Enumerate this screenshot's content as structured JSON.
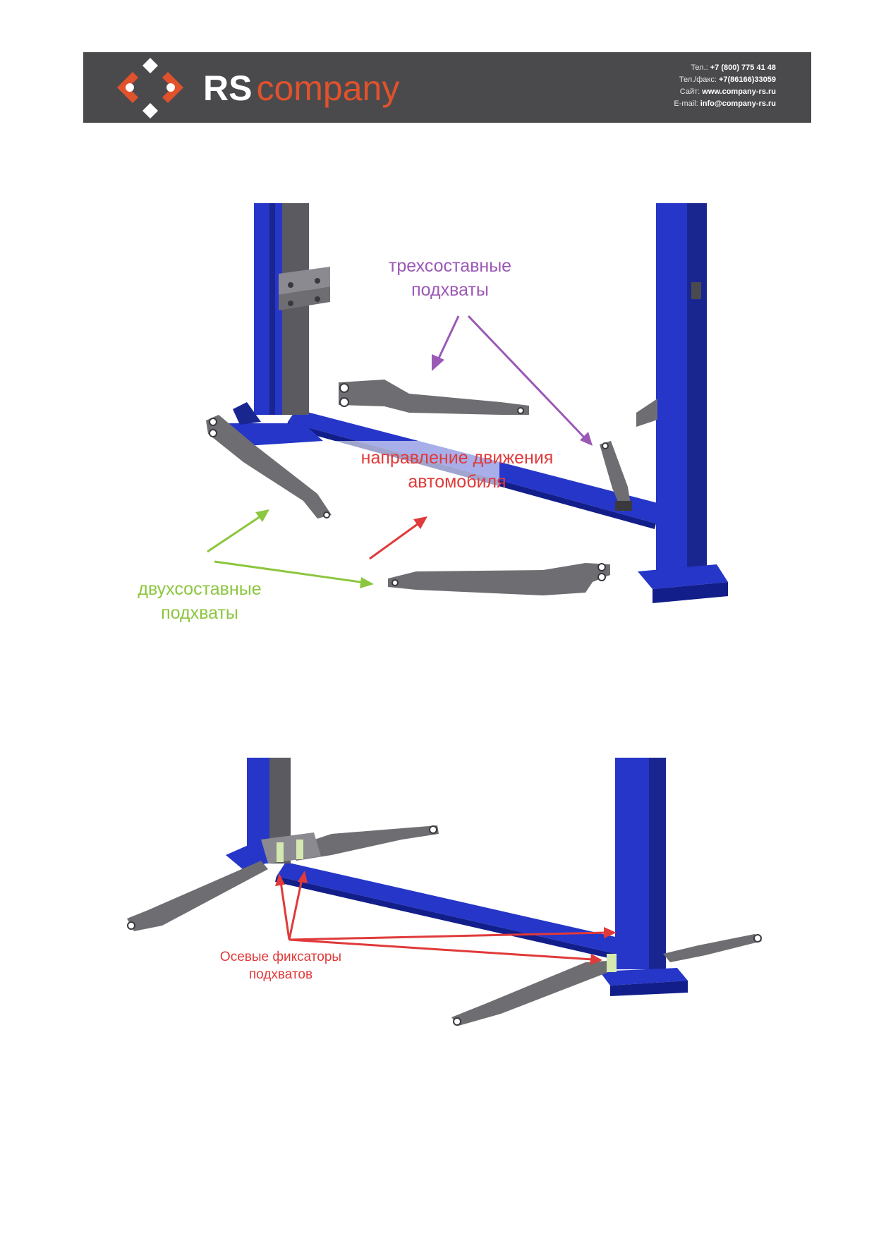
{
  "header": {
    "brand_bold": "RS",
    "brand_rest": "company",
    "phone_label": "Тел.:",
    "phone": "+7 (800) 775 41 48",
    "fax_label": "Тел./факс:",
    "fax": "+7(86166)33059",
    "site_label": "Сайт:",
    "site": "www.company-rs.ru",
    "email_label": "E-mail:",
    "email": "info@company-rs.ru"
  },
  "figure1": {
    "label_three": [
      "трехсоставные",
      "подхваты"
    ],
    "label_direction": [
      "направление движения",
      "автомобиля"
    ],
    "label_two": [
      "двухсоставные",
      "подхваты"
    ]
  },
  "figure2": {
    "label_locks": [
      "Осевые фиксаторы",
      "подхватов"
    ]
  },
  "colors": {
    "header_bg": "#4a4a4d",
    "brand_accent": "#e0522b",
    "column_blue": "#2536c8",
    "arm_gray": "#6e6e72",
    "purple": "#9b59b6",
    "red": "#e03a3a",
    "green": "#8cc63e"
  }
}
